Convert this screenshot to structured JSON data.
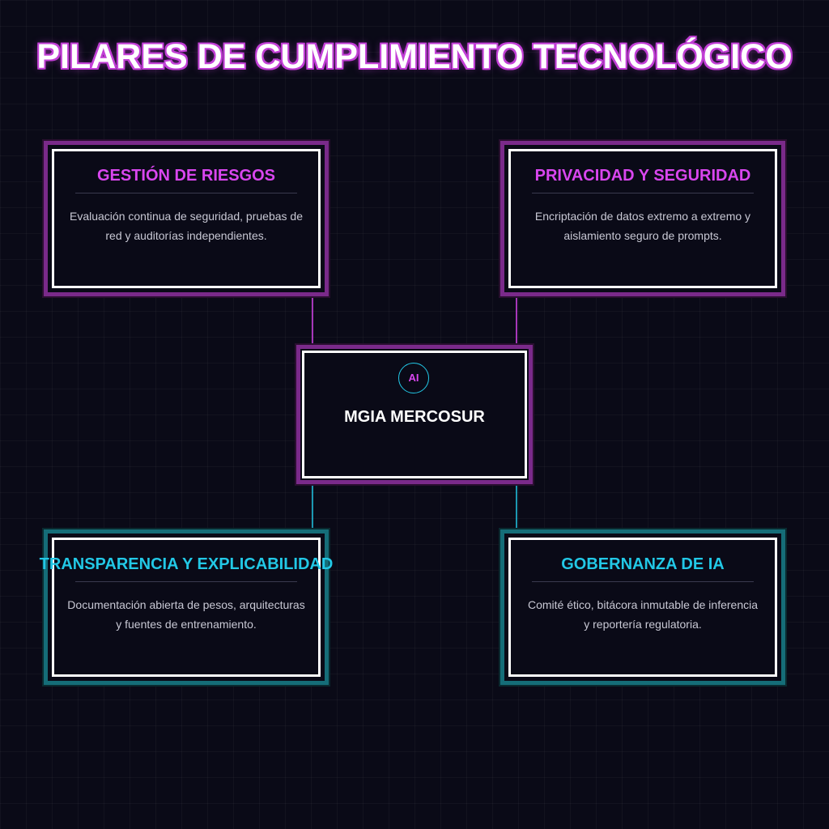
{
  "title": "PILARES DE CUMPLIMIENTO TECNOLÓGICO",
  "center": {
    "badge": "AI",
    "label": "MGIA MERCOSUR"
  },
  "pillars": [
    {
      "title": "GESTIÓN DE RIESGOS",
      "description": "Evaluación continua de seguridad, pruebas de red y auditorías independientes."
    },
    {
      "title": "PRIVACIDAD Y SEGURIDAD",
      "description": "Encriptación de datos extremo a extremo y aislamiento seguro de prompts."
    },
    {
      "title": "TRANSPARENCIA Y EXPLICABILIDAD",
      "description": "Documentación abierta de pesos, arquitecturas y fuentes de entrenamiento."
    },
    {
      "title": "GOBERNANZA DE IA",
      "description": "Comité ético, bitácora inmutable de inferencia y reportería regulatoria."
    }
  ],
  "colors": {
    "background": "#0a0a17",
    "accent_pink": "#d946ef",
    "accent_cyan": "#22c8e6",
    "text": "#ffffff"
  }
}
